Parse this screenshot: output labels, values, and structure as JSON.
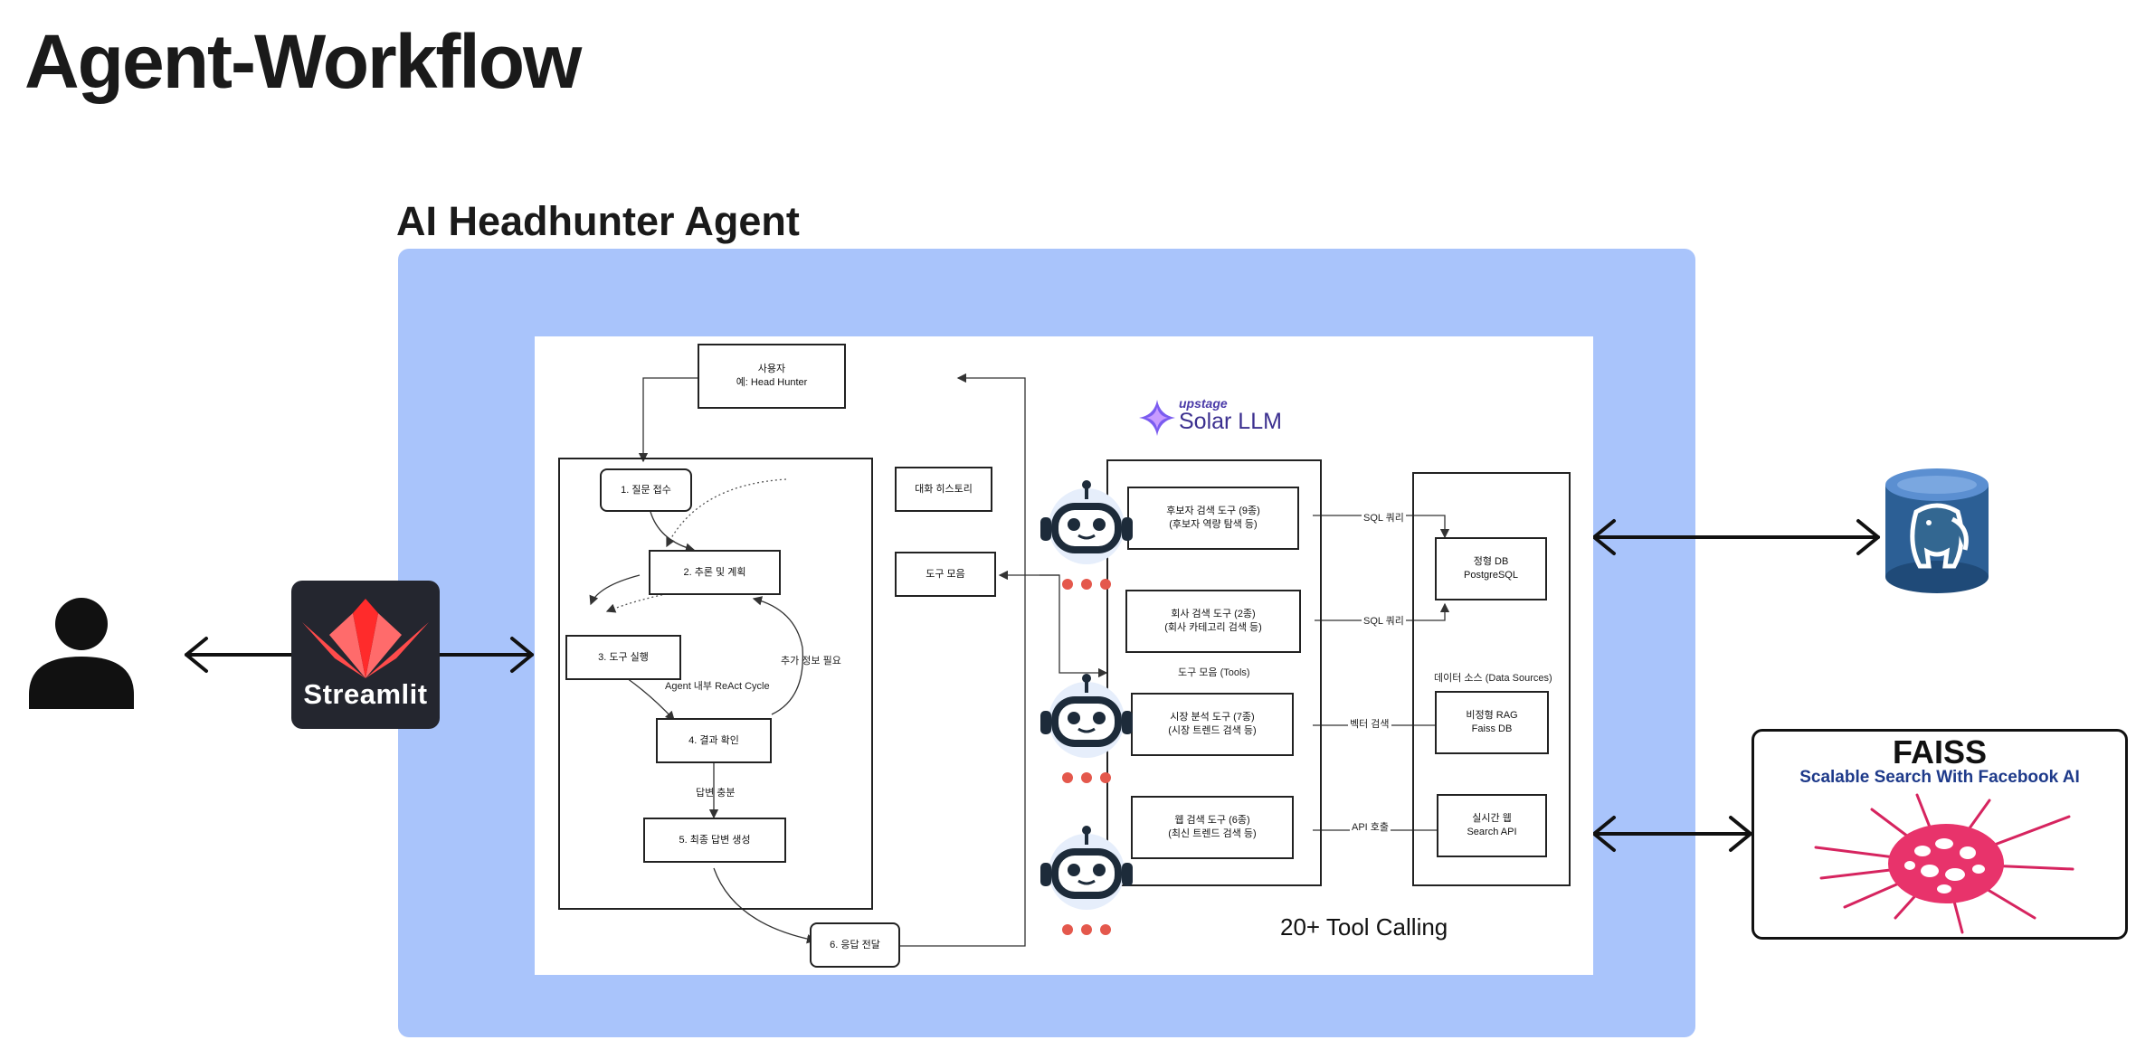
{
  "page": {
    "title": "Agent-Workflow"
  },
  "agent": {
    "title": "AI Headhunter Agent"
  },
  "streamlit": {
    "label": "Streamlit"
  },
  "faiss": {
    "title": "FAISS",
    "subtitle": "Scalable Search With Facebook AI"
  },
  "solar": {
    "brand": "upstage",
    "name": "Solar LLM"
  },
  "flow": {
    "user_line1": "사용자",
    "user_line2": "예: Head Hunter",
    "step1": "1. 질문 접수",
    "step2": "2. 추론 및 계획",
    "step3": "3. 도구 실행",
    "step4": "4. 결과 확인",
    "step5": "5. 최종 답변 생성",
    "step6": "6. 응답 전달",
    "history": "대화 히스토리",
    "toolbox": "도구 모음",
    "react_cycle": "Agent 내부 ReAct Cycle",
    "need_more": "추가 정보 필요",
    "answer_enough": "답변 충분"
  },
  "tools": {
    "group_label": "도구 모음 (Tools)",
    "items": [
      {
        "line1": "후보자 검색 도구 (9종)",
        "line2": "(후보자 역량 탐색 등)"
      },
      {
        "line1": "회사 검색 도구 (2종)",
        "line2": "(회사 카테고리 검색 등)"
      },
      {
        "line1": "시장 분석 도구 (7종)",
        "line2": "(시장 트렌드 검색 등)"
      },
      {
        "line1": "웹 검색 도구 (6종)",
        "line2": "(최신 트렌드 검색 등)"
      }
    ]
  },
  "connections": {
    "sql1": "SQL 쿼리",
    "sql2": "SQL 쿼리",
    "vector": "벡터 검색",
    "api": "API 호출"
  },
  "sources": {
    "group_label": "데이터 소스 (Data Sources)",
    "items": [
      {
        "line1": "정형 DB",
        "line2": "PostgreSQL"
      },
      {
        "line1": "비정형 RAG",
        "line2": "Faiss DB"
      },
      {
        "line1": "실시간 웹",
        "line2": "Search API"
      }
    ]
  },
  "tool_calling": "20+ Tool Calling",
  "colors": {
    "panel": "#a9c4fb",
    "streamlit_bg": "#24262f",
    "streamlit_crown": "#ff4b4b",
    "postgres": "#336791",
    "faiss_accent": "#d6245f",
    "robot_dots": "#e4584c"
  },
  "icons": [
    "user-icon",
    "streamlit-logo-icon",
    "postgresql-elephant-icon",
    "faiss-network-icon",
    "robot-icon",
    "solar-sparkle-icon"
  ]
}
